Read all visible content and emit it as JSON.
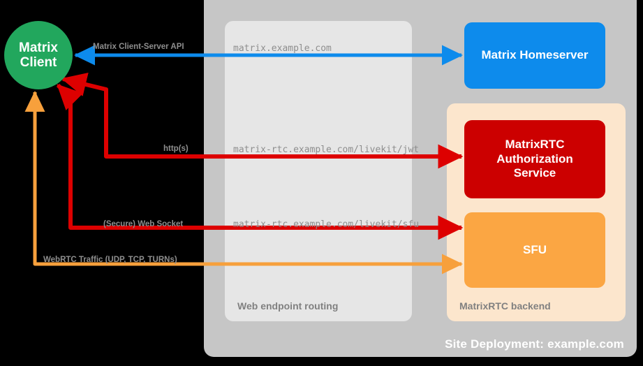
{
  "diagram": {
    "title": "Site Deployment: example.com",
    "site_container_label": "Site Deployment: example.com",
    "web_routing_label": "Web endpoint routing",
    "rtc_backend_label": "MatrixRTC backend"
  },
  "nodes": {
    "client": {
      "label": "Matrix\nClient",
      "line1": "Matrix",
      "line2": "Client",
      "color": "#22a75d",
      "shape": "circle"
    },
    "homeserver": {
      "label": "Matrix Homeserver",
      "color": "#0d8bec"
    },
    "auth_service": {
      "label": "MatrixRTC Authorization Service",
      "line1": "MatrixRTC",
      "line2": "Authorization",
      "line3": "Service",
      "color": "#cc0000"
    },
    "sfu": {
      "label": "SFU",
      "color": "#fba643"
    }
  },
  "connections": [
    {
      "id": "cs-api",
      "protocol_label": "Matrix Client-Server API",
      "endpoint": "matrix.example.com",
      "color": "#0d8bec",
      "from": "client",
      "to": "homeserver",
      "direction": "bidirectional"
    },
    {
      "id": "jwt",
      "protocol_label": "http(s)",
      "endpoint": "matrix-rtc.example.com/livekit/jwt",
      "color": "#dd0000",
      "from": "client",
      "to": "auth_service",
      "direction": "bidirectional"
    },
    {
      "id": "sfu-ws",
      "protocol_label": "(Secure) Web Socket",
      "endpoint": "matrix-rtc.example.com/livekit/sfu",
      "color": "#dd0000",
      "from": "client",
      "to": "sfu",
      "direction": "bidirectional"
    },
    {
      "id": "webrtc",
      "protocol_label": "WebRTC Traffic (UDP, TCP, TURNs)",
      "endpoint": "",
      "color": "#f7a03c",
      "from": "client",
      "to": "sfu",
      "direction": "bidirectional"
    }
  ],
  "colors": {
    "background": "#000000",
    "site_container": "#c6c6c6",
    "web_container": "#e6e6e6",
    "rtc_container": "#fce6cd",
    "label_gray": "#8e8e8e",
    "site_label_white": "#ffffff"
  }
}
